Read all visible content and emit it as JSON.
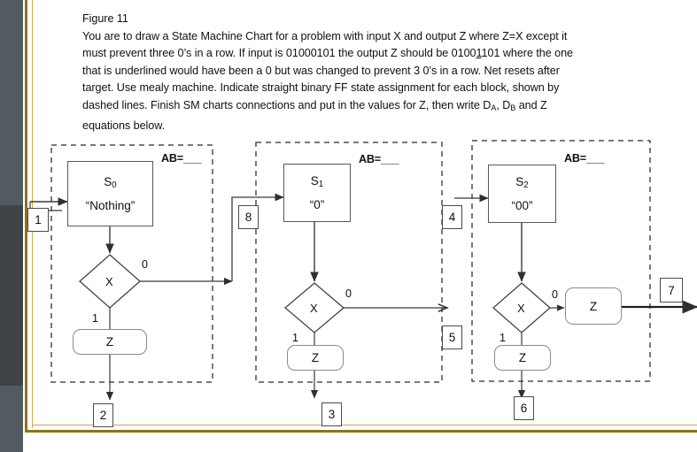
{
  "document": {
    "figure_label": "Figure 11",
    "body_line1": "You are to draw a State Machine Chart for a problem with input X and output Z where Z=X except it",
    "body_line2_a": "must prevent three 0’s in a row.  If input is 01000101 the output Z should be 0100",
    "body_line2_underlined": "1",
    "body_line2_b": "101 where the one",
    "body_line3": "that is underlined would have been a 0 but was changed to prevent 3 0’s in a row.  Net resets after",
    "body_line4": "target. Use mealy machine.  Indicate straight binary FF state assignment for each block, shown by",
    "body_line5_a": "dashed lines. Finish SM charts connections and put in the values for Z, then write D",
    "body_line5_subA": "A",
    "body_line5_b": ", D",
    "body_line5_subB": "B",
    "body_line5_c": " and Z",
    "body_line6": "equations below."
  },
  "colors": {
    "page_border_gold": "#8f7314",
    "page_border_gold_light": "#c9ab4e",
    "scrollbar_track": "#545b60",
    "scrollbar_thumb": "#3f4448",
    "line": "#3a3a3a",
    "state_box_border": "#595959",
    "output_box_border": "#8a8a8a",
    "dashed_block_border": "#4d4d4d",
    "text": "#101010"
  },
  "blocks": [
    {
      "id": "block-s0",
      "ab_label": "AB=___",
      "state_name": "S",
      "state_sub": "0",
      "state_desc": "“Nothing”",
      "decision_label": "X",
      "branch_zero_label": "0",
      "branch_one_label": "1",
      "output_label": "Z"
    },
    {
      "id": "block-s1",
      "ab_label": "AB=___",
      "state_name": "S",
      "state_sub": "1",
      "state_desc": "“0”",
      "decision_label": "X",
      "branch_zero_label": "0",
      "branch_one_label": "1",
      "output_label": "Z"
    },
    {
      "id": "block-s2",
      "ab_label": "AB=___",
      "state_name": "S",
      "state_sub": "2",
      "state_desc": "“00”",
      "decision_label": "X",
      "branch_zero_label": "0",
      "branch_one_label": "1",
      "output_label": "Z",
      "output_label_zero_branch": "Z"
    }
  ],
  "connectors": [
    {
      "name": "connector-1",
      "label": "1"
    },
    {
      "name": "connector-2",
      "label": "2"
    },
    {
      "name": "connector-3",
      "label": "3"
    },
    {
      "name": "connector-4",
      "label": "4"
    },
    {
      "name": "connector-5",
      "label": "5"
    },
    {
      "name": "connector-6",
      "label": "6"
    },
    {
      "name": "connector-7",
      "label": "7"
    },
    {
      "name": "connector-8",
      "label": "8"
    }
  ]
}
